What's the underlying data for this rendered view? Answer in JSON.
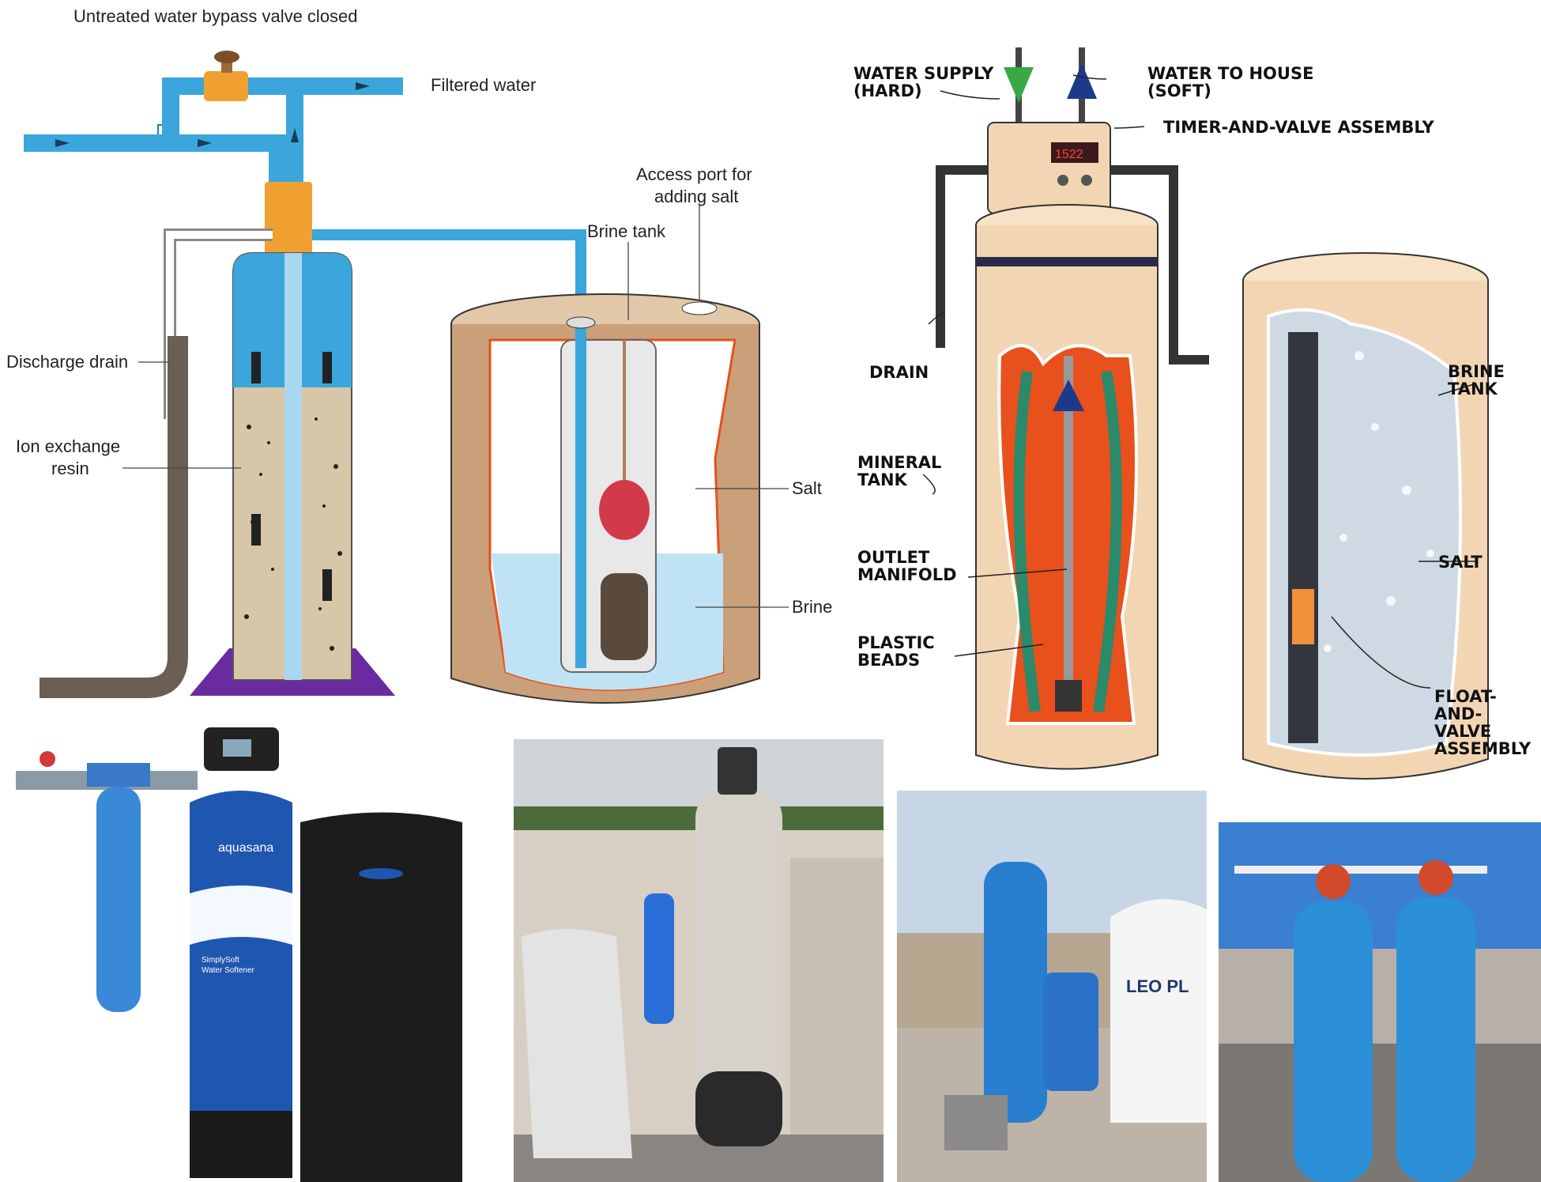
{
  "diagram_left": {
    "label_bypass": "Untreated water bypass valve closed",
    "label_filtered": "Filtered water",
    "label_access_l1": "Access port for",
    "label_access_l2": "adding salt",
    "label_brine_tank": "Brine tank",
    "label_discharge": "Discharge drain",
    "label_resin_l1": "Ion exchange",
    "label_resin_l2": "resin",
    "label_salt": "Salt",
    "label_brine": "Brine"
  },
  "diagram_right": {
    "supply_l1": "WATER SUPPLY",
    "supply_l2": "(HARD)",
    "house_l1": "WATER TO HOUSE",
    "house_l2": "(SOFT)",
    "timer": "TIMER-AND-VALVE ASSEMBLY",
    "timer_display": "1522",
    "drain": "DRAIN",
    "brine_l1": "BRINE",
    "brine_l2": "TANK",
    "mineral_l1": "MINERAL",
    "mineral_l2": "TANK",
    "outlet_l1": "OUTLET",
    "outlet_l2": "MANIFOLD",
    "salt": "SALT",
    "beads_l1": "PLASTIC",
    "beads_l2": "BEADS",
    "float_l1": "FLOAT-",
    "float_l2": "AND-",
    "float_l3": "VALVE",
    "float_l4": "ASSEMBLY"
  },
  "photo_aquasana": {
    "brand": "aquasana",
    "product_l1": "SimplySoft",
    "product_l2": "Water Softener"
  },
  "photo_rooftop": {
    "tank_text": "LEO PL"
  },
  "colors": {
    "pipe_blue": "#3aa6dc",
    "brine_tank": "#c9a07a",
    "resin_tank": "#d8c6a8",
    "bypass_valve": "#f0a030",
    "beads": "#e8501c",
    "tank_cream": "#f2d6b4"
  }
}
